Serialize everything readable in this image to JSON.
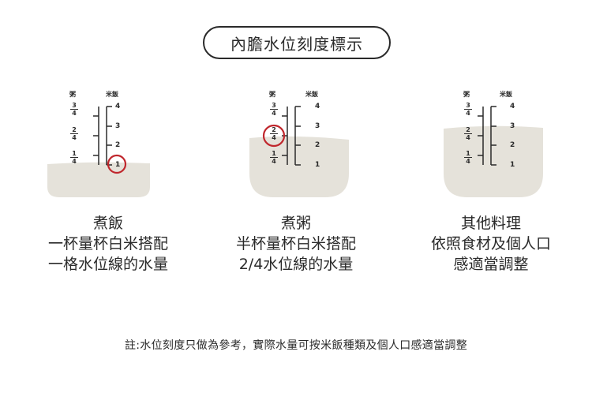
{
  "title": "內膽水位刻度標示",
  "scale": {
    "left_header": "粥",
    "right_header": "米飯",
    "fractions": [
      {
        "num": "3",
        "den": "4"
      },
      {
        "num": "2",
        "den": "4"
      },
      {
        "num": "1",
        "den": "4"
      }
    ],
    "cups": [
      "4",
      "3",
      "2",
      "1"
    ]
  },
  "panels": [
    {
      "caption_lines": [
        "煮飯",
        "一杯量杯白米搭配",
        "一格水位線的水量"
      ],
      "highlight": "cup-1",
      "water_level": "1"
    },
    {
      "caption_lines": [
        "煮粥",
        "半杯量杯白米搭配",
        "2/4水位線的水量"
      ],
      "highlight": "fraction-2/4",
      "water_level": "2/4"
    },
    {
      "caption_lines": [
        "其他料理",
        "依照食材及個人口",
        "感適當調整"
      ],
      "highlight": "none",
      "water_level": "3"
    }
  ],
  "note": "註:水位刻度只做為參考，實際水量可按米飯種類及個人口感適當調整",
  "colors": {
    "water": "#e5e2da",
    "text": "#2a2a2a",
    "highlight": "#c0272d"
  }
}
